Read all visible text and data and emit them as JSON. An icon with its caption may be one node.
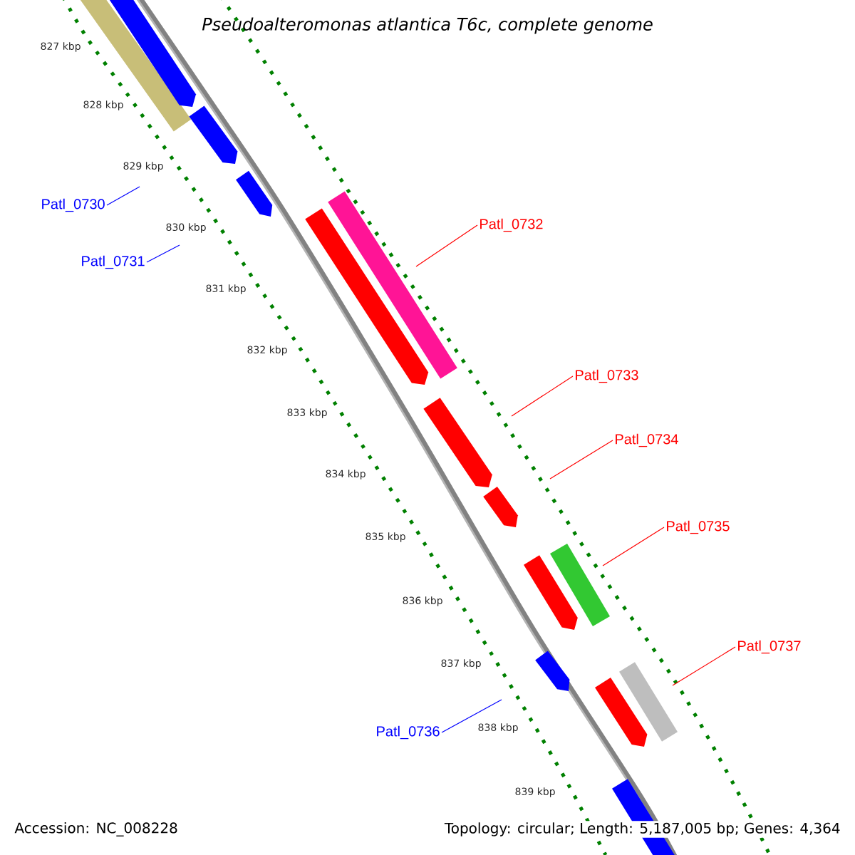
{
  "diagram": {
    "title": "Pseudoalteromonas atlantica T6c, complete genome",
    "nodes": [
      {
        "text": [
          "Patl_0730"
        ]
      },
      {
        "text": [
          "Patl_0731"
        ]
      },
      {
        "text": [
          "Patl_0732"
        ]
      },
      {
        "text": [
          "Patl_0733"
        ]
      },
      {
        "text": [
          "Patl_0734"
        ]
      },
      {
        "text": [
          "Patl_0735"
        ]
      },
      {
        "text": [
          "Patl_0737"
        ]
      },
      {
        "text": [
          "Patl_0736"
        ]
      }
    ],
    "edges": [
      {
        "from": 0,
        "to": null,
        "arrow": "none",
        "color": "#0000ff"
      },
      {
        "from": 1,
        "to": null,
        "arrow": "none",
        "color": "#0000ff"
      },
      {
        "from": 2,
        "to": null,
        "arrow": "none"
      },
      {
        "from": 3,
        "to": null,
        "arrow": "none"
      },
      {
        "from": 4,
        "to": null,
        "arrow": "none"
      },
      {
        "from": 5,
        "to": null,
        "arrow": "none"
      },
      {
        "from": 6,
        "to": null,
        "arrow": "none"
      },
      {
        "from": 7,
        "to": null,
        "arrow": "none",
        "color": "#0000ff"
      }
    ],
    "labels": [
      "827 kbp",
      "828 kbp",
      "829 kbp",
      "830 kbp",
      "831 kbp",
      "832 kbp",
      "833 kbp",
      "834 kbp",
      "835 kbp",
      "836 kbp",
      "837 kbp",
      "838 kbp",
      "839 kbp",
      "Accession: NC_008228",
      "Topology: circular; Length: 5,187,005 bp; Genes: 4,364"
    ]
  }
}
